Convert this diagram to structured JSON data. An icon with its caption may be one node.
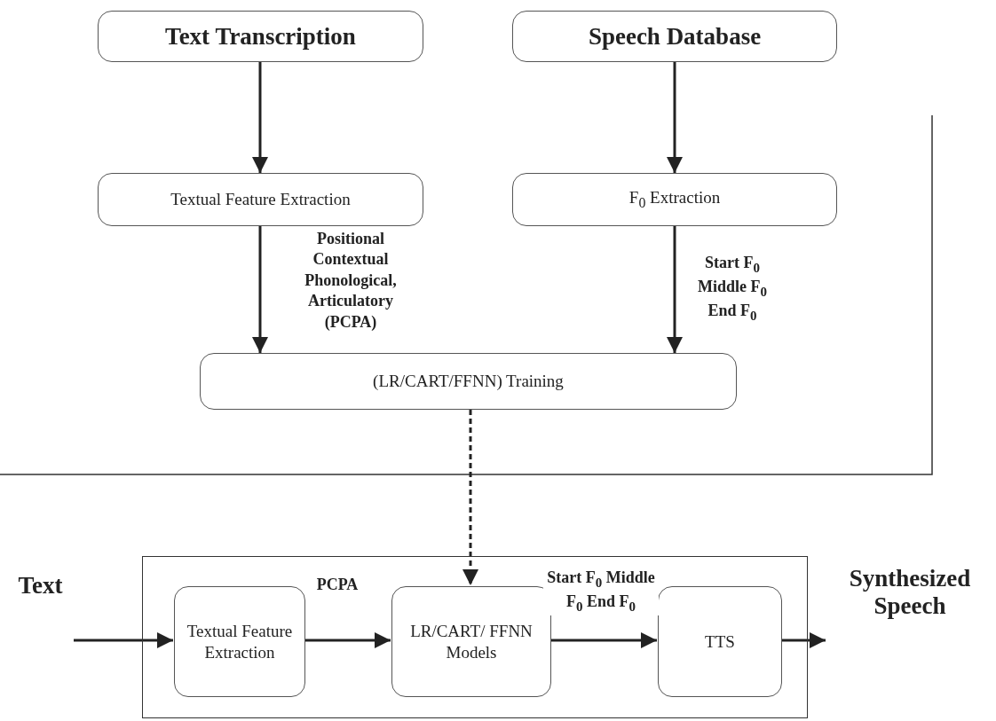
{
  "diagram": {
    "nodes": [
      {
        "text": [
          "Text Transcription"
        ]
      },
      {
        "text": [
          "Speech Database"
        ]
      },
      {
        "text": [
          "Textual Feature Extraction"
        ]
      },
      {
        "text": [
          "F$_{0}$ Extraction"
        ]
      },
      {
        "text": [
          "(LR/CART/FFNN) Training"
        ]
      },
      {
        "text": [],
        "shape": "box"
      },
      {
        "text": [
          "Text"
        ]
      },
      {
        "text": [
          "Textual Feature Extraction"
        ],
        "in": 5
      },
      {
        "text": [
          "LR/CART/ FFNN Models"
        ],
        "in": 5
      },
      {
        "text": [
          "TTS"
        ],
        "in": 5
      },
      {
        "text": [
          "Synthesized Speech"
        ]
      }
    ],
    "edges": [
      {
        "from": 0,
        "to": 2,
        "arrow": "to"
      },
      {
        "from": 1,
        "to": 3,
        "arrow": "to"
      },
      {
        "from": 2,
        "to": 4,
        "arrow": "to",
        "label": "Positional Contextual Phonological, Articulatory (PCPA)"
      },
      {
        "from": 3,
        "to": 4,
        "arrow": "to",
        "label": "Start F$_{0}$ Middle F$_{0}$ End F$_{0}$"
      },
      {
        "from": 4,
        "to": 8,
        "arrow": "to",
        "style": "dashed"
      },
      {
        "from": 6,
        "to": 7,
        "arrow": "to"
      },
      {
        "from": 7,
        "to": 8,
        "arrow": "to",
        "label": "PCPA"
      },
      {
        "from": 8,
        "to": 9,
        "arrow": "to",
        "label": "Start F$_{0}$ Middle F$_{0}$ End F$_{0}$"
      },
      {
        "from": 9,
        "to": 10,
        "arrow": "to"
      }
    ]
  }
}
